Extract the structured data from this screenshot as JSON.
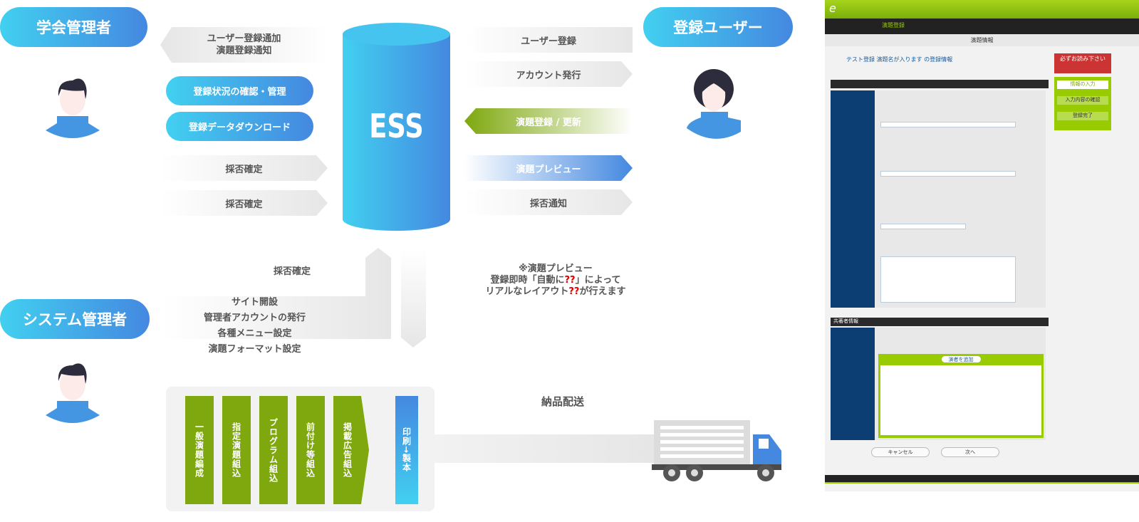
{
  "roles": {
    "society_admin": "学会管理者",
    "registered_user": "登録ユーザー",
    "system_admin": "システム管理者"
  },
  "system": {
    "name": "ESS"
  },
  "left_flows": {
    "notify": [
      "ユーザー登録通加",
      "演題登録通知"
    ],
    "manage": "登録状況の確認・管理",
    "download": "登録データダウンロード",
    "decision1": "採否確定",
    "decision2": "採否確定"
  },
  "right_flows": {
    "user_reg": "ユーザー登録",
    "account": "アカウント発行",
    "abstract_reg": "演題登録 / 更新",
    "preview": "演題プレビュー",
    "result_notice": "採否通知"
  },
  "sys_flows": {
    "decision": "採否確定",
    "items": [
      "サイト開設",
      "管理者アカウントの発行",
      "各種メニュー設定",
      "演題フォーマット設定"
    ]
  },
  "note": {
    "line1": "※演題プレビュー",
    "line2a": "登録即時「自動に",
    "line2q": "??",
    "line2b": "」によって",
    "line3a": "リアルなレイアウト",
    "line3q": "??",
    "line3b": "が行えます"
  },
  "production": {
    "steps": [
      "一般演題編成",
      "指定演題組込",
      "プログラム組込",
      "前付け等組込",
      "掲載広告組込"
    ],
    "print": "印刷→製本",
    "delivery": "納品配送"
  },
  "screenshot": {
    "page_title": "演題登録",
    "section": "演題情報",
    "heading": "テスト登録 演題名が入ります の登録情報",
    "notice": "必ずお読み下さい",
    "steps": [
      "情報の入力",
      "入力内容の確認",
      "登録完了"
    ],
    "section2": "共著者情報",
    "add_author": "演者を追加",
    "cancel": "キャンセル",
    "next": "次へ"
  },
  "colors": {
    "blue_start": "#42d0f0",
    "blue_end": "#4488e0",
    "green": "#7ea80e",
    "question": "#e00000"
  }
}
